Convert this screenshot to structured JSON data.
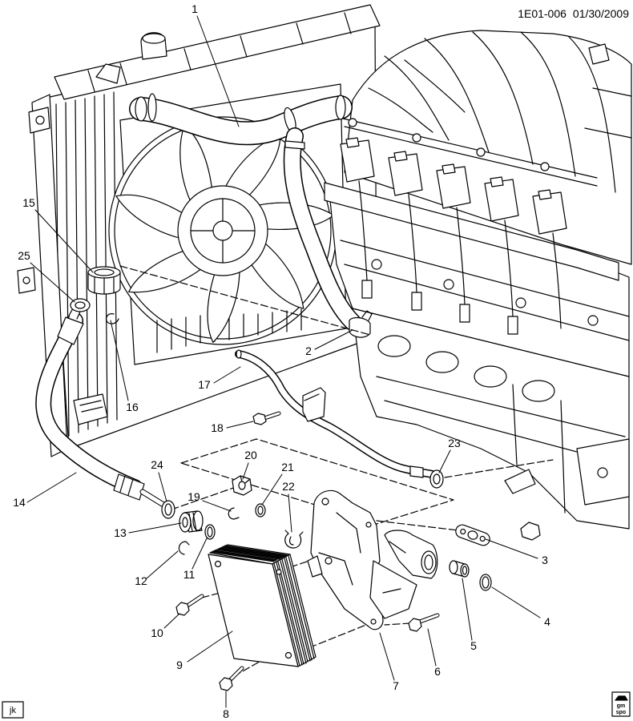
{
  "header": {
    "diagram_code": "1E01-006",
    "date": "01/30/2009"
  },
  "callouts": [
    "1",
    "2",
    "3",
    "4",
    "5",
    "6",
    "7",
    "8",
    "9",
    "10",
    "11",
    "12",
    "13",
    "14",
    "15",
    "16",
    "17",
    "18",
    "19",
    "20",
    "21",
    "22",
    "23",
    "24",
    "25"
  ],
  "footer": {
    "artist_initials": "jk",
    "logo_line1": "gm",
    "logo_line2": "spo"
  }
}
